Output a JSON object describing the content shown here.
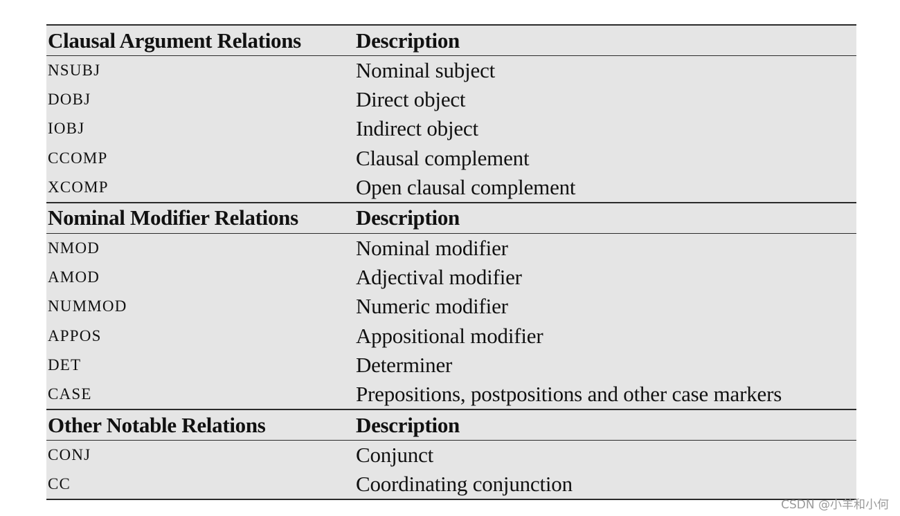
{
  "table": {
    "sections": [
      {
        "header": {
          "relation": "Clausal Argument Relations",
          "description": "Description"
        },
        "rows": [
          {
            "code": "NSUBJ",
            "description": "Nominal subject"
          },
          {
            "code": "DOBJ",
            "description": "Direct object"
          },
          {
            "code": "IOBJ",
            "description": "Indirect object"
          },
          {
            "code": "CCOMP",
            "description": "Clausal complement"
          },
          {
            "code": "XCOMP",
            "description": "Open clausal complement"
          }
        ]
      },
      {
        "header": {
          "relation": "Nominal Modifier Relations",
          "description": "Description"
        },
        "rows": [
          {
            "code": "NMOD",
            "description": "Nominal modifier"
          },
          {
            "code": "AMOD",
            "description": "Adjectival modifier"
          },
          {
            "code": "NUMMOD",
            "description": "Numeric modifier"
          },
          {
            "code": "APPOS",
            "description": "Appositional modifier"
          },
          {
            "code": "DET",
            "description": "Determiner"
          },
          {
            "code": "CASE",
            "description": "Prepositions, postpositions and other case markers"
          }
        ]
      },
      {
        "header": {
          "relation": "Other Notable Relations",
          "description": "Description"
        },
        "rows": [
          {
            "code": "CONJ",
            "description": "Conjunct"
          },
          {
            "code": "CC",
            "description": "Coordinating conjunction"
          }
        ]
      }
    ]
  },
  "watermark": "CSDN @小羊和小何"
}
